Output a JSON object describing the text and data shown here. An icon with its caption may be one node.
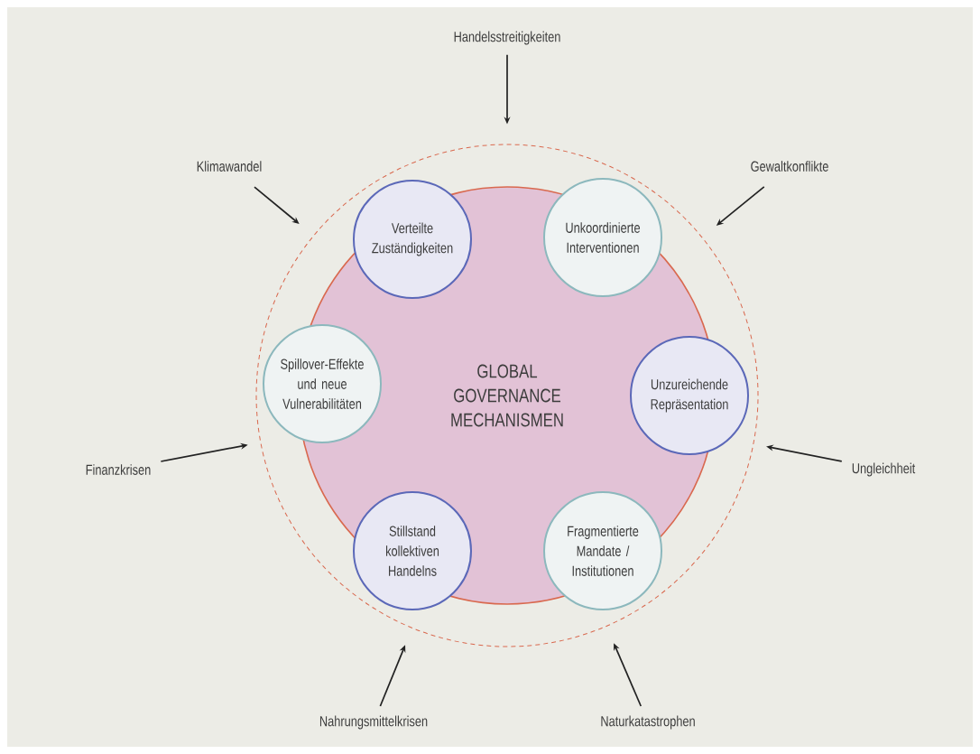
{
  "diagram": {
    "nodes": [
      {
        "text": [],
        "shape": "circle"
      },
      {
        "text": [
          "GLOBAL GOVERNANCE MECHANISMEN"
        ],
        "in": 0
      },
      {
        "text": [
          "Verteilte Zuständigkeiten"
        ],
        "in": 1
      },
      {
        "text": [
          "Unkoordinierte Interventionen"
        ],
        "in": 1
      },
      {
        "text": [
          "Spillover-Effekte und neue Vulnerabilitäten"
        ],
        "in": 0
      },
      {
        "text": [
          "Unzureichende Repräsentation"
        ],
        "in": 0
      },
      {
        "text": [
          "Stillstand kollektiven Handelns"
        ],
        "in": 1
      },
      {
        "text": [
          "Fragmentierte Mandate / Institutionen"
        ],
        "in": 1
      },
      {
        "text": [
          "Handelsstreitigkeiten"
        ]
      },
      {
        "text": [
          "Klimawandel"
        ]
      },
      {
        "text": [
          "Gewaltkonflikte"
        ]
      },
      {
        "text": [
          "Finanzkrisen"
        ]
      },
      {
        "text": [
          "Ungleichheit"
        ]
      },
      {
        "text": [
          "Nahrungsmittelkrisen"
        ]
      },
      {
        "text": [
          "Naturkatastrophen"
        ]
      }
    ],
    "edges": [
      {
        "from": 8,
        "to": 0,
        "arrow": "to"
      },
      {
        "from": 9,
        "to": 0,
        "arrow": "to"
      },
      {
        "from": 10,
        "to": 0,
        "arrow": "to"
      },
      {
        "from": 11,
        "to": 0,
        "arrow": "to"
      },
      {
        "from": 12,
        "to": 0,
        "arrow": "to"
      },
      {
        "from": 13,
        "to": 0,
        "arrow": "to"
      },
      {
        "from": 14,
        "to": 0,
        "arrow": "to"
      }
    ]
  }
}
